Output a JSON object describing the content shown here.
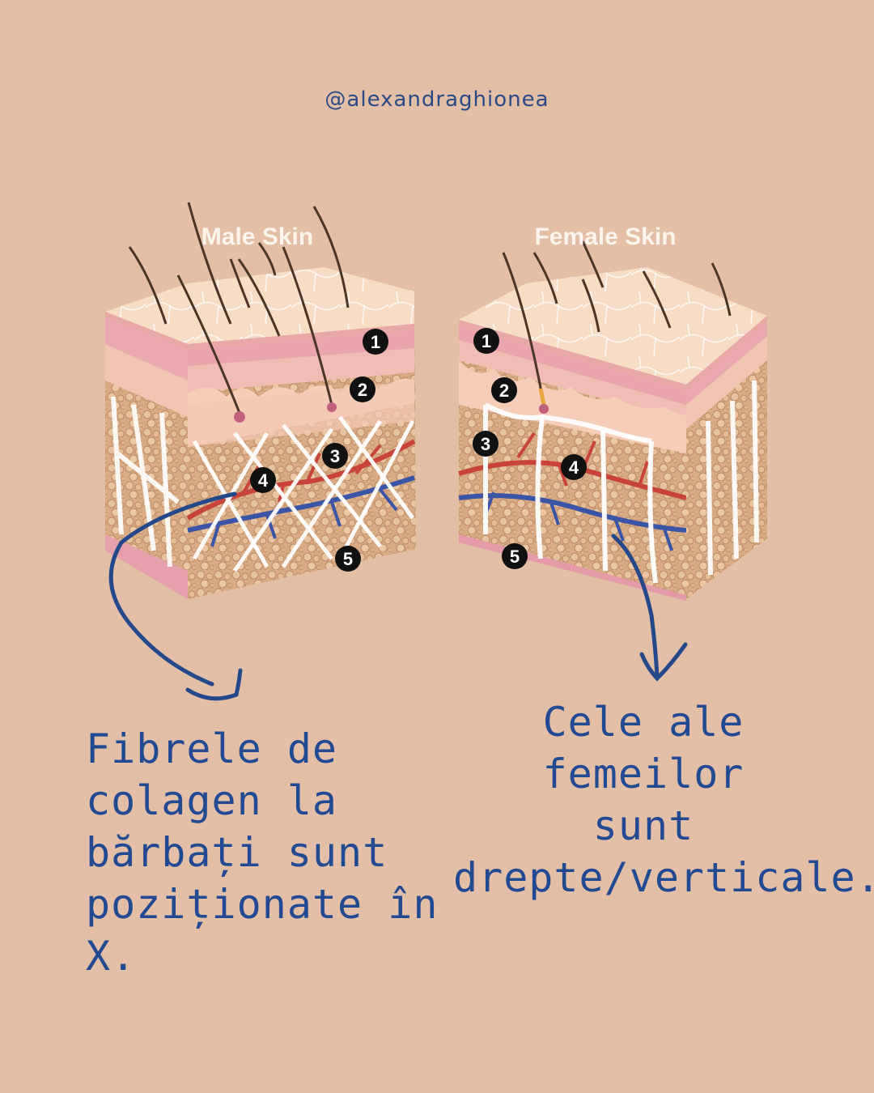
{
  "handle": "@alexandraghionea",
  "diagrams": {
    "male": {
      "title": "Male Skin",
      "markers": [
        "1",
        "2",
        "3",
        "4",
        "5"
      ]
    },
    "female": {
      "title": "Female Skin",
      "markers": [
        "1",
        "2",
        "3",
        "4",
        "5"
      ]
    }
  },
  "captions": {
    "male": [
      "Fibrele de",
      "colagen la",
      "bărbați sunt",
      "poziționate în X."
    ],
    "female": [
      "Cele ale femeilor",
      "sunt",
      "drepte/verticale."
    ]
  },
  "colors": {
    "background": "#e2bfa6",
    "text_blue": "#214a92",
    "arrow_blue": "#24498a"
  }
}
